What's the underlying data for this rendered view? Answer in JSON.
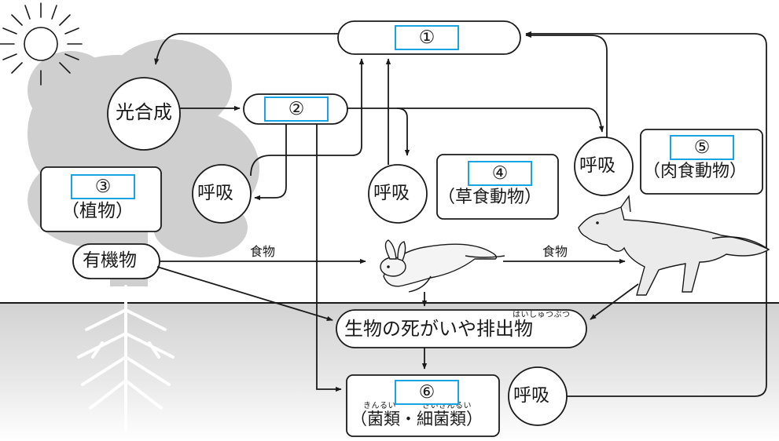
{
  "labels": {
    "photosynthesis": "光合成",
    "respiration": "呼吸",
    "organic_matter": "有機物",
    "food": "食物",
    "remains": "生物の死がいや排出物",
    "remains_ruby": "はいしゅつぶつ",
    "plants": "（植物）",
    "herbivores": "（草食動物）",
    "carnivores": "（肉食動物）",
    "decomposers": "（菌類・細菌類）",
    "fungi_ruby": "きんるい",
    "bacteria_ruby": "さいきんるい"
  },
  "answer_blanks": [
    "①",
    "②",
    "③",
    "④",
    "⑤",
    "⑥"
  ],
  "colors": {
    "answer_box_border": "#19a3e0",
    "ground": "#d5d5d5",
    "tree": "#cfcfcf",
    "line": "#1a1a1a"
  },
  "icons": [
    "sun-icon",
    "tree-icon",
    "roots-icon",
    "rabbit-icon",
    "wolf-icon"
  ]
}
